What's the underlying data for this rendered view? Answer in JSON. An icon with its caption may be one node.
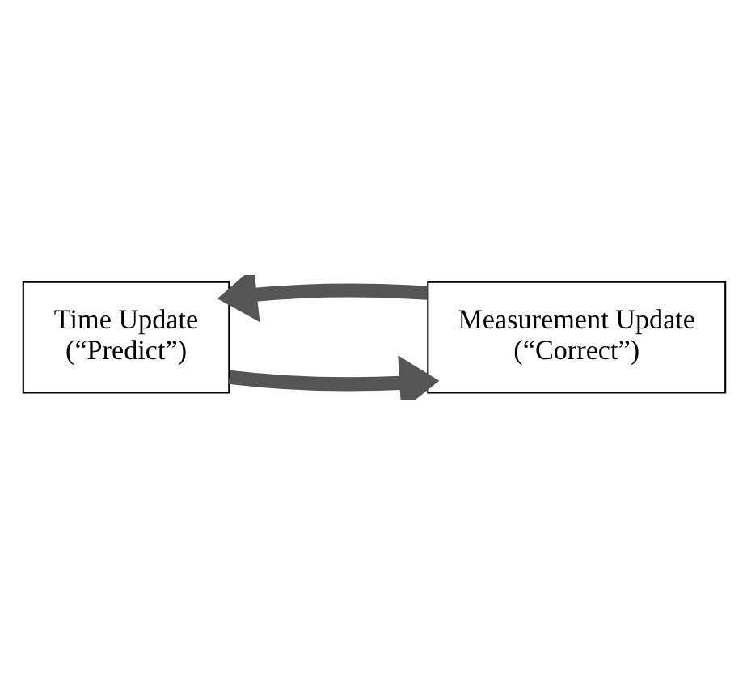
{
  "diagram": {
    "nodes": [
      {
        "text": [
          "Time Update",
          "(“Predict”)"
        ]
      },
      {
        "text": [
          "Measurement Update",
          "(“Correct”)"
        ]
      }
    ],
    "edges": [
      {
        "from": 1,
        "to": 0,
        "arrow": "to"
      },
      {
        "from": 0,
        "to": 1,
        "arrow": "to"
      }
    ]
  }
}
